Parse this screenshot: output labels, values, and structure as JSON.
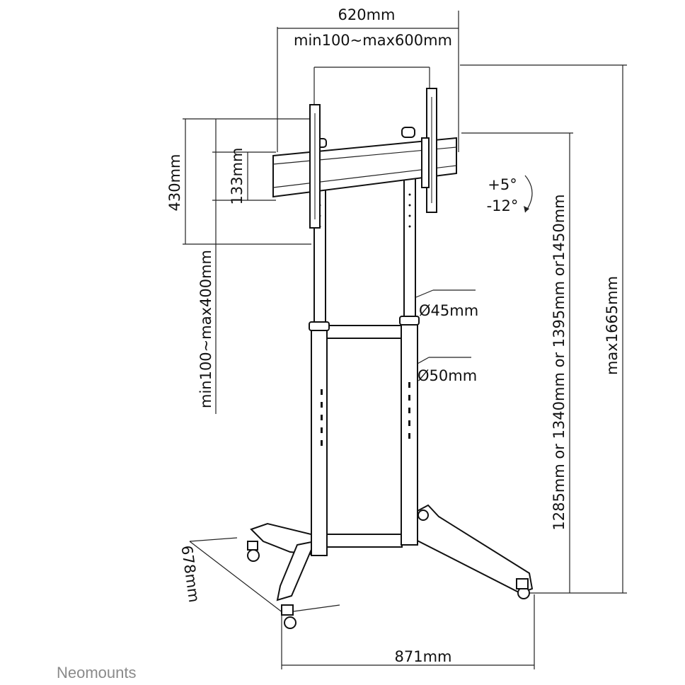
{
  "diagram": {
    "width_total": "620mm",
    "vesa_width": "min100~max600mm",
    "bracket_height": "430mm",
    "rail_height": "133mm",
    "vesa_height": "min100~max400mm",
    "tilt_up": "+5°",
    "tilt_down": "-12°",
    "upper_tube": "Ø45mm",
    "lower_tube": "Ø50mm",
    "mount_heights": "1285mm or 1340mm or 1395mm or1450mm",
    "max_height": "max1665mm",
    "depth": "678mm",
    "base_width": "871mm"
  },
  "brand": "Neomounts"
}
